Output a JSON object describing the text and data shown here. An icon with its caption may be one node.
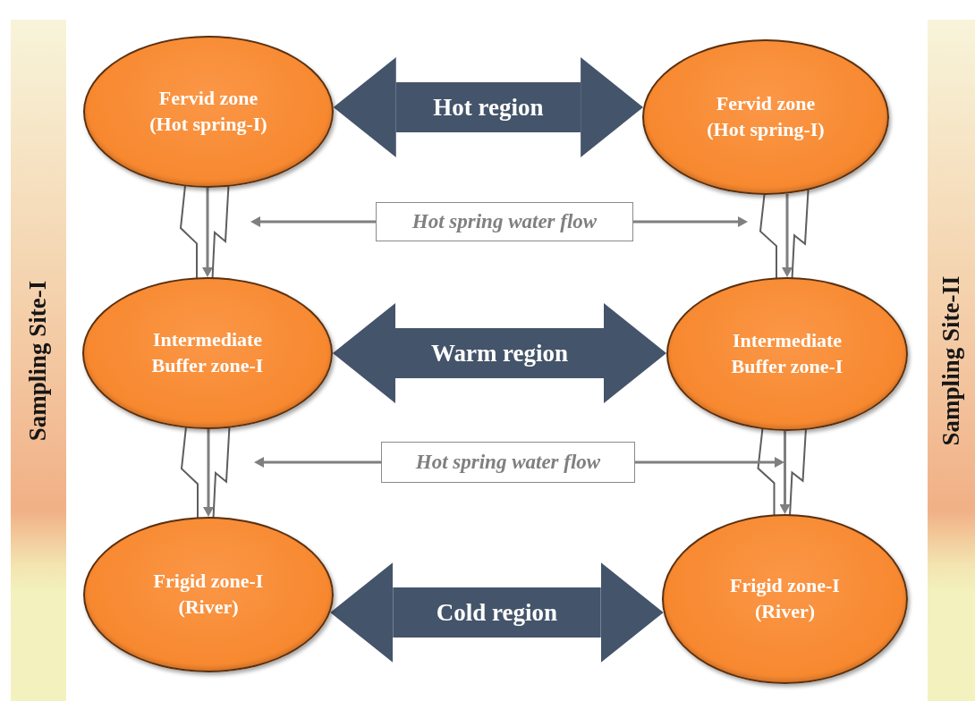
{
  "diagram": {
    "nodes": [
      {
        "text": [
          "Sampling Site-I"
        ]
      },
      {
        "text": [
          "Fervid zone (Hot spring-I)"
        ]
      },
      {
        "text": [
          "Fervid zone (Hot spring-I)"
        ]
      },
      {
        "text": [
          "Hot spring water flow"
        ]
      },
      {
        "text": [
          "Intermediate Buffer zone-I"
        ]
      },
      {
        "text": [
          "Intermediate Buffer zone-I"
        ]
      },
      {
        "text": [
          "Hot spring water flow"
        ]
      },
      {
        "text": [
          "Frigid zone-I (River)"
        ]
      },
      {
        "text": [
          "Frigid zone-I (River)"
        ]
      },
      {
        "text": [
          "Sampling Site-II"
        ]
      }
    ],
    "edges": [
      {
        "from": 1,
        "to": 2,
        "arrow": "both",
        "label": "Hot region",
        "style": "thick",
        "color": "#44546a"
      },
      {
        "from": 4,
        "to": 5,
        "arrow": "both",
        "label": "Warm region",
        "style": "thick",
        "color": "#44546a"
      },
      {
        "from": 7,
        "to": 8,
        "arrow": "both",
        "label": "Cold region",
        "style": "thick",
        "color": "#44546a"
      },
      {
        "from": 1,
        "to": 4,
        "arrow": "to"
      },
      {
        "from": 2,
        "to": 5,
        "arrow": "to"
      },
      {
        "from": 4,
        "to": 7,
        "arrow": "to"
      },
      {
        "from": 5,
        "to": 8,
        "arrow": "to"
      },
      {
        "from": 3,
        "to": null,
        "arrow": "to"
      },
      {
        "from": 3,
        "to": 2,
        "arrow": "to"
      },
      {
        "from": 6,
        "to": null,
        "arrow": "to"
      },
      {
        "from": 6,
        "to": null,
        "arrow": "to"
      }
    ]
  }
}
